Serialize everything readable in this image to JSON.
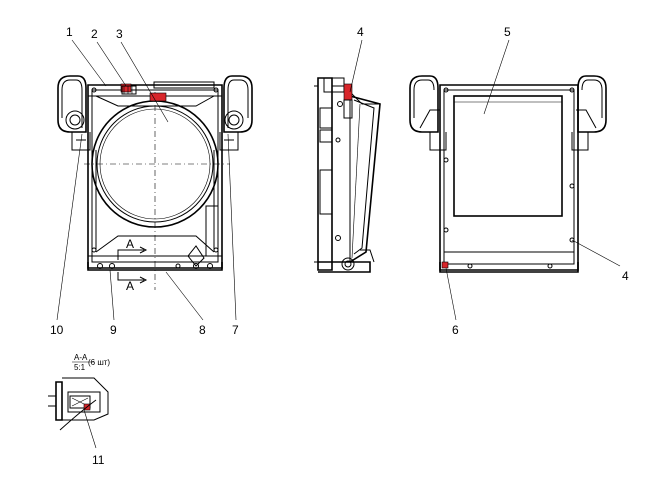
{
  "callouts": [
    {
      "id": "1",
      "label": "1"
    },
    {
      "id": "2",
      "label": "2"
    },
    {
      "id": "3",
      "label": "3"
    },
    {
      "id": "4a",
      "label": "4"
    },
    {
      "id": "5",
      "label": "5"
    },
    {
      "id": "4b",
      "label": "4"
    },
    {
      "id": "10",
      "label": "10"
    },
    {
      "id": "9",
      "label": "9"
    },
    {
      "id": "8",
      "label": "8"
    },
    {
      "id": "7",
      "label": "7"
    },
    {
      "id": "6",
      "label": "6"
    },
    {
      "id": "11",
      "label": "11"
    }
  ],
  "section_marks": {
    "a_upper": "A",
    "a_lower": "A"
  },
  "detail": {
    "title": "A-A",
    "scale": "5:1",
    "note": "(6 шт)"
  },
  "colors": {
    "line": "#000000",
    "highlight": "#d8262b",
    "background": "#ffffff"
  }
}
